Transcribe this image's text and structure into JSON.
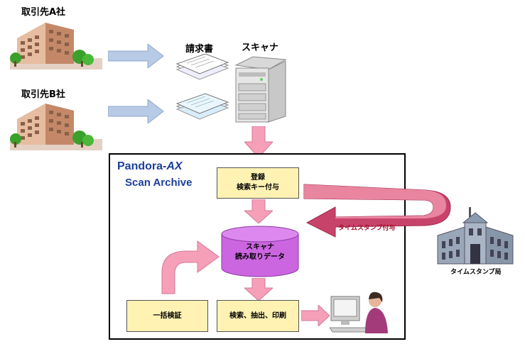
{
  "companies": [
    {
      "label": "取引先A社"
    },
    {
      "label": "取引先B社"
    }
  ],
  "documents_label": "請求書",
  "scanner_label": "スキャナ",
  "brand": {
    "name": "Pandora-",
    "name_suffix": "AX",
    "product": "Scan Archive"
  },
  "steps": {
    "register_line1": "登録",
    "register_line2": "検索キー付与",
    "database_line1": "スキャナ",
    "database_line2": "読み取りデータ",
    "verify": "一括検証",
    "search": "検索、抽出、印刷"
  },
  "timestamp_arrow_label": "タイムスタンプ付与",
  "timestamp_authority_label": "タイムスタンプ局",
  "colors": {
    "arrow_blue": "#b8cbe6",
    "arrow_pink": "#f5a0b8",
    "box_yellow": "#fff2b3",
    "db_purple": "#cc66e0",
    "brand_blue": "#1c3f9a"
  }
}
